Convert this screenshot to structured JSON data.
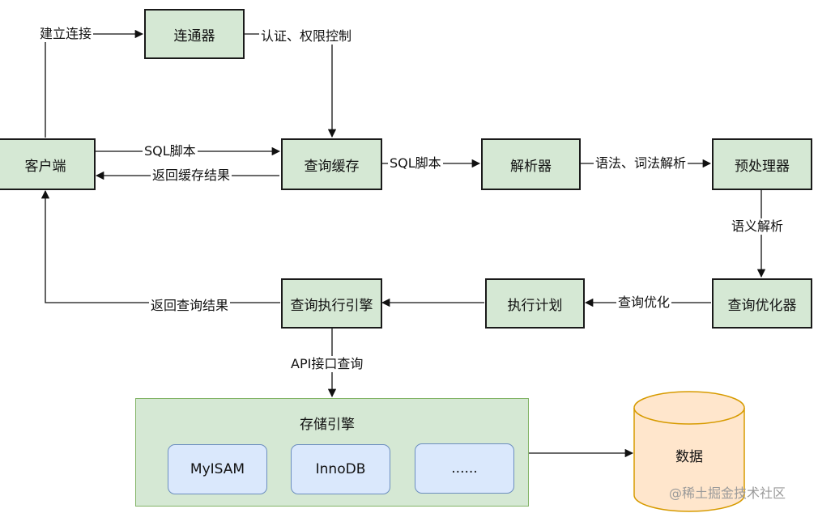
{
  "nodes": {
    "connector": "连通器",
    "client": "客户端",
    "query_cache": "查询缓存",
    "parser": "解析器",
    "preprocessor": "预处理器",
    "optimizer": "查询优化器",
    "exec_plan": "执行计划",
    "exec_engine": "查询执行引擎"
  },
  "edge_labels": {
    "establish_connection": "建立连接",
    "auth": "认证、权限控制",
    "sql_script_in": "SQL脚本",
    "return_cache": "返回缓存结果",
    "sql_script_to_parser": "SQL脚本",
    "syntax_lexical": "语法、词法解析",
    "semantic": "语义解析",
    "query_optimize": "查询优化",
    "return_result": "返回查询结果",
    "api_query": "API接口查询"
  },
  "storage_engine": {
    "title": "存储引擎",
    "engines": [
      "MyISAM",
      "InnoDB",
      "......"
    ]
  },
  "database": {
    "label": "数据"
  },
  "watermark": "@稀土掘金技术社区",
  "colors": {
    "node_fill": "#d5e8d4",
    "engine_border": "#82b366",
    "sub_fill": "#dae8fc",
    "sub_border": "#6c8ebf",
    "db_fill": "#ffe6cc",
    "db_border": "#d79b00"
  }
}
